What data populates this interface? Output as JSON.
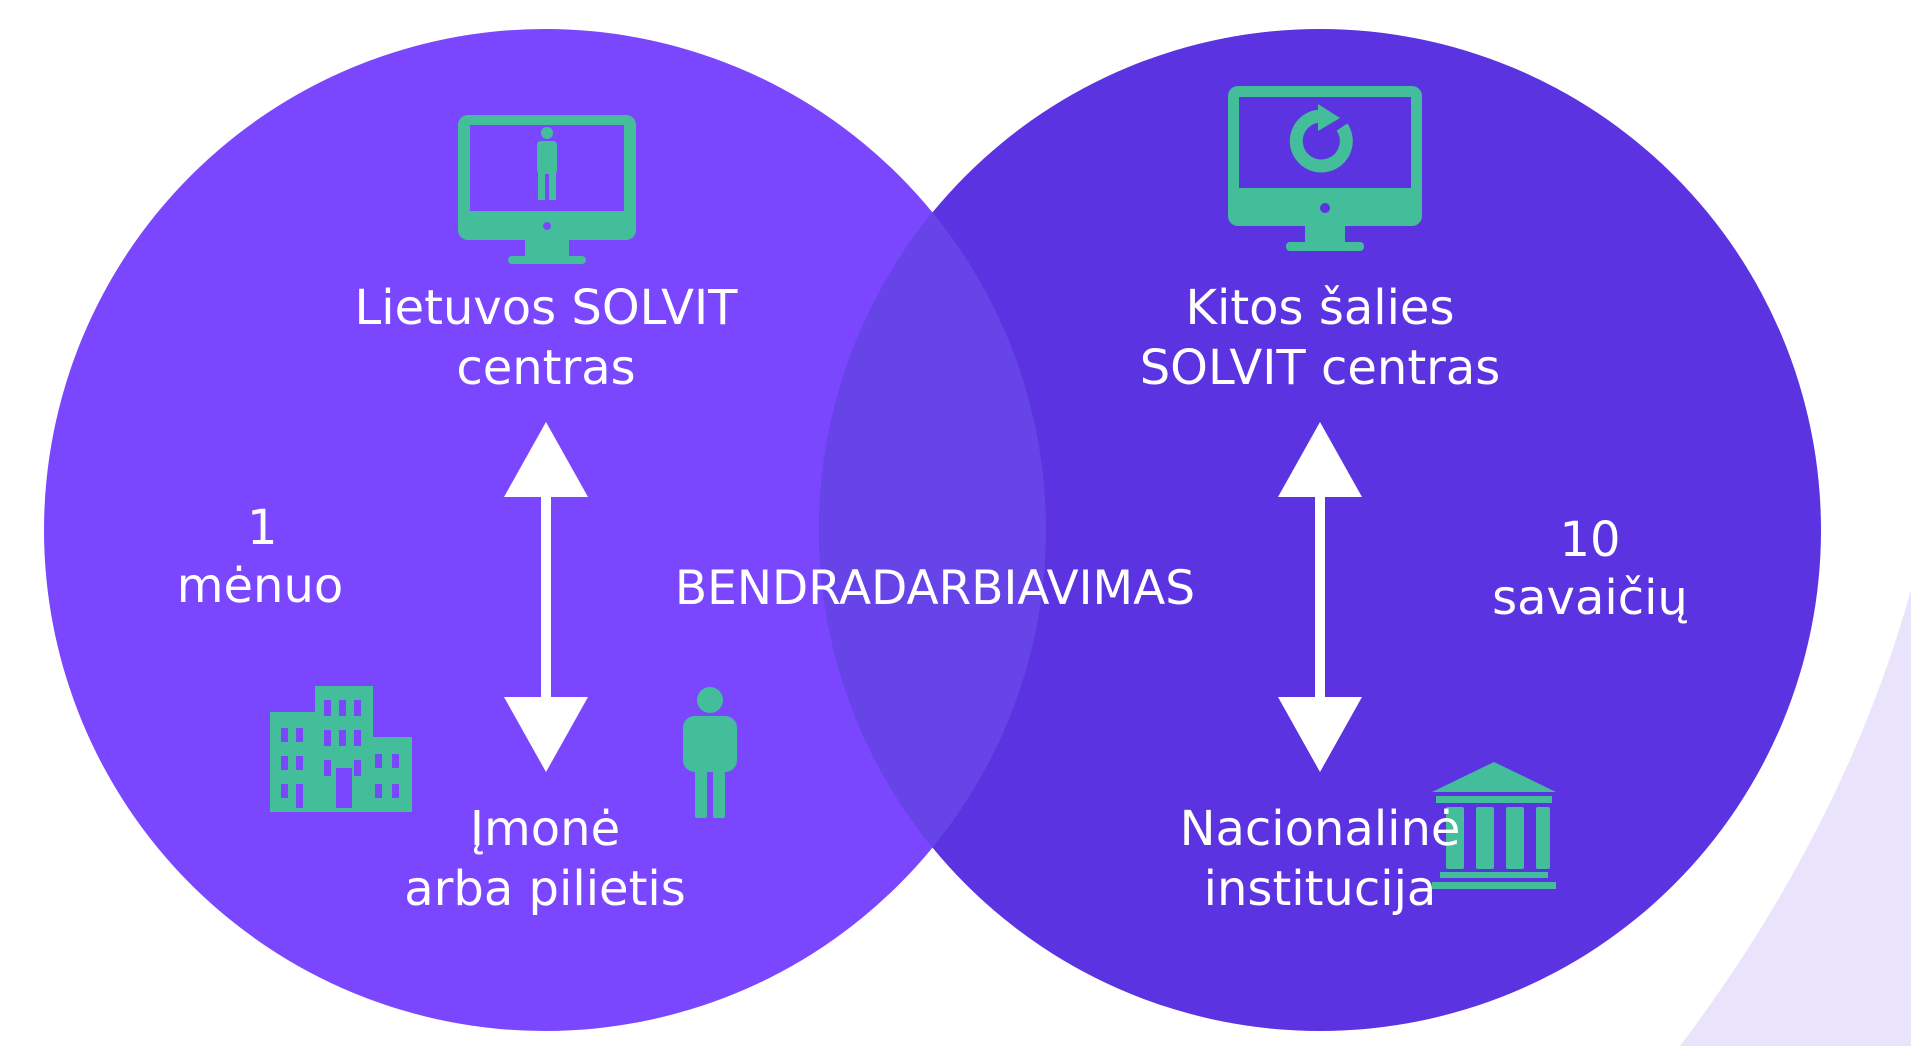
{
  "colors": {
    "left_circle": "#7B47FE",
    "right_circle": "#5B33E1",
    "overlap": "#6744E8",
    "accent": "#44BE9A",
    "decor": "#E9E4FC",
    "text": "#FFFFFF"
  },
  "icons": {
    "left_monitor": "monitor-person-icon",
    "right_monitor": "monitor-refresh-icon",
    "company": "office-building-icon",
    "citizen": "person-icon",
    "institution": "government-building-icon",
    "left_arrow": "double-arrow-icon",
    "right_arrow": "double-arrow-icon"
  },
  "left": {
    "title_line1": "Lietuvos SOLVIT",
    "title_line2": "centras",
    "time_line1": "1",
    "time_line2": "mėnuo",
    "bottom_line1": "Įmonė",
    "bottom_line2": "arba pilietis"
  },
  "right": {
    "title_line1": "Kitos šalies",
    "title_line2": "SOLVIT centras",
    "time_line1": "10",
    "time_line2": "savaičių",
    "bottom_line1": "Nacionalinė",
    "bottom_line2": "institucija"
  },
  "center": {
    "label": "BENDRADARBIAVIMAS"
  }
}
